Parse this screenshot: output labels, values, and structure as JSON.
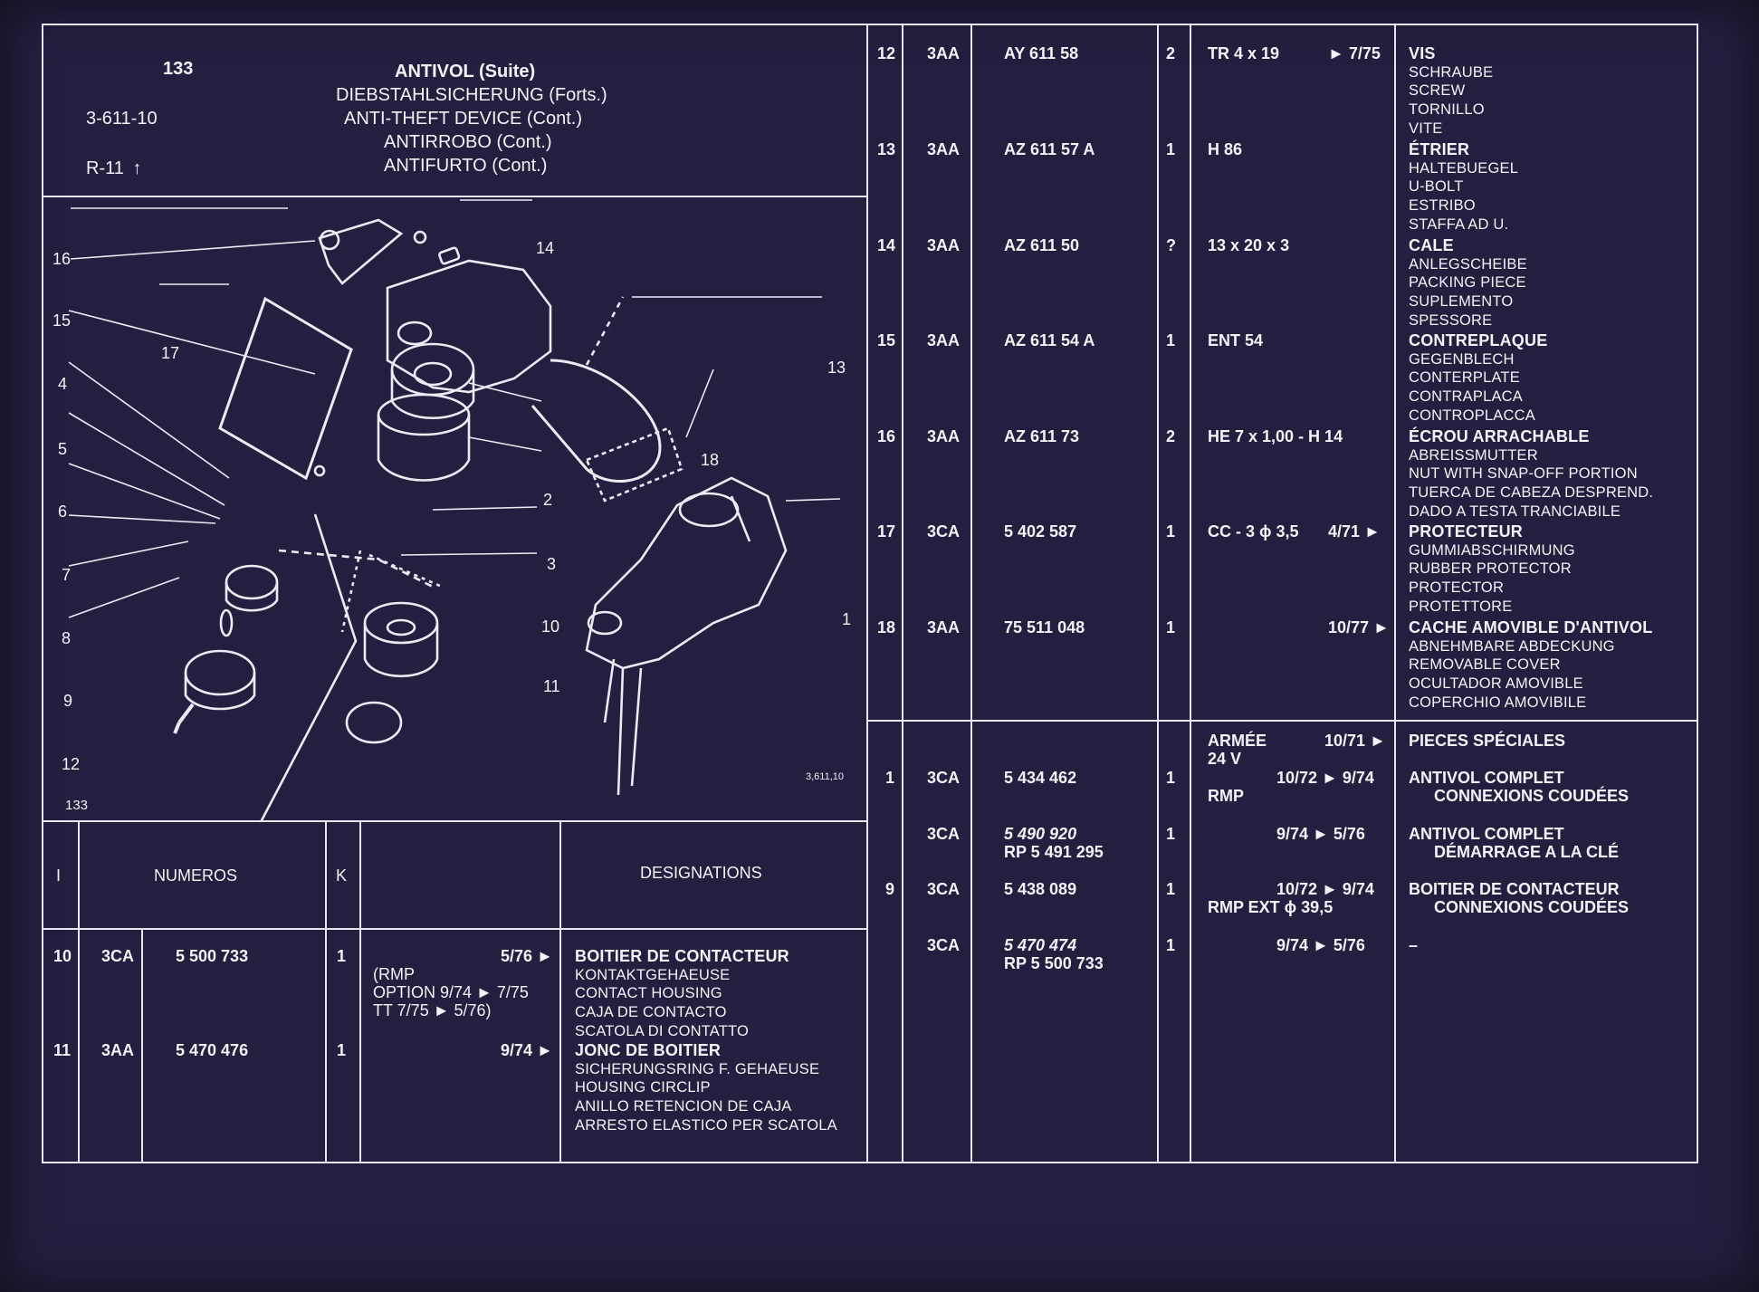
{
  "header": {
    "page": "133",
    "ref": "3-611-10",
    "rev": "R-11",
    "title_fr": "ANTIVOL (Suite)",
    "title_de": "DIEBSTAHLSICHERUNG (Forts.)",
    "title_en": "ANTI-THEFT DEVICE (Cont.)",
    "title_es": "ANTIRROBO (Cont.)",
    "title_it": "ANTIFURTO (Cont.)"
  },
  "figure": {
    "code": "3,611,10",
    "page": "133",
    "callouts": [
      "1",
      "2",
      "3",
      "4",
      "5",
      "6",
      "7",
      "8",
      "9",
      "10",
      "11",
      "12",
      "13",
      "14",
      "15",
      "16",
      "17",
      "18"
    ]
  },
  "columns": {
    "i": "I",
    "numeros": "NUMEROS",
    "k": "K",
    "designations": "DESIGNATIONS"
  },
  "left_rows": [
    {
      "i": "10",
      "pref": "3CA",
      "num": "5 500 733",
      "k": "1",
      "note": [
        "(RMP",
        "OPTION 9/74 ► 7/75",
        "TT         7/75 ► 5/76)"
      ],
      "date": "5/76 ►",
      "desig": [
        "BOITIER DE CONTACTEUR",
        "KONTAKTGEHAEUSE",
        "CONTACT HOUSING",
        "CAJA DE CONTACTO",
        "SCATOLA DI CONTATTO"
      ]
    },
    {
      "i": "11",
      "pref": "3AA",
      "num": "5 470 476",
      "k": "1",
      "note": [],
      "date": "9/74 ►",
      "desig": [
        "JONC DE BOITIER",
        "SICHERUNGSRING F. GEHAEUSE",
        "HOUSING CIRCLIP",
        "ANILLO RETENCION DE CAJA",
        "ARRESTO ELASTICO PER SCATOLA"
      ]
    }
  ],
  "right_rows": [
    {
      "i": "12",
      "pref": "3AA",
      "num": [
        "AY 611   58"
      ],
      "k": "2",
      "note": [
        "TR 4 x 19"
      ],
      "date": "► 7/75",
      "desig": [
        "VIS",
        "SCHRAUBE",
        "SCREW",
        "TORNILLO",
        "VITE"
      ]
    },
    {
      "i": "13",
      "pref": "3AA",
      "num": [
        "AZ 611   57 A"
      ],
      "k": "1",
      "note": [
        "H 86"
      ],
      "date": "",
      "desig": [
        "ÉTRIER",
        "HALTEBUEGEL",
        "U-BOLT",
        "ESTRIBO",
        "STAFFA AD U."
      ]
    },
    {
      "i": "14",
      "pref": "3AA",
      "num": [
        "AZ 611   50"
      ],
      "k": "?",
      "note": [
        "13 x 20 x 3"
      ],
      "date": "",
      "desig": [
        "CALE",
        "ANLEGSCHEIBE",
        "PACKING PIECE",
        "SUPLEMENTO",
        "SPESSORE"
      ]
    },
    {
      "i": "15",
      "pref": "3AA",
      "num": [
        "AZ 611   54 A"
      ],
      "k": "1",
      "note": [
        "ENT   54"
      ],
      "date": "",
      "desig": [
        "CONTREPLAQUE",
        "GEGENBLECH",
        "CONTERPLATE",
        "CONTRAPLACA",
        "CONTROPLACCA"
      ]
    },
    {
      "i": "16",
      "pref": "3AA",
      "num": [
        "AZ 611   73"
      ],
      "k": "2",
      "note": [
        "HE 7 x 1,00 - H 14"
      ],
      "date": "",
      "desig": [
        "ÉCROU ARRACHABLE",
        "ABREISSMUTTER",
        "NUT WITH SNAP-OFF PORTION",
        "TUERCA DE CABEZA DESPREND.",
        "DADO A TESTA TRANCIABILE"
      ]
    },
    {
      "i": "17",
      "pref": "3CA",
      "num": [
        "5 402 587"
      ],
      "k": "1",
      "note": [
        "CC - 3 ϕ 3,5"
      ],
      "date": "4/71 ►",
      "desig": [
        "PROTECTEUR",
        "GUMMIABSCHIRMUNG",
        "RUBBER PROTECTOR",
        "PROTECTOR",
        "PROTETTORE"
      ]
    },
    {
      "i": "18",
      "pref": "3AA",
      "num": [
        "75 511 048"
      ],
      "k": "1",
      "note": [],
      "date": "10/77 ►",
      "desig": [
        "CACHE AMOVIBLE D'ANTIVOL",
        "ABNEHMBARE ABDECKUNG",
        "REMOVABLE COVER",
        "OCULTADOR AMOVIBLE",
        "COPERCHIO AMOVIBILE"
      ]
    }
  ],
  "special": {
    "armee": [
      "ARMÉE",
      "24 V"
    ],
    "armee_date": "10/71 ►",
    "title": "PIECES SPÉCIALES",
    "rows": [
      {
        "i": "1",
        "pref": "3CA",
        "num": [
          "5 434 462"
        ],
        "k": "1",
        "note": [
          "",
          "RMP"
        ],
        "date": "10/72 ► 9/74",
        "desig": [
          "ANTIVOL COMPLET",
          "CONNEXIONS COUDÉES"
        ]
      },
      {
        "i": "",
        "pref": "3CA",
        "num": [
          "5  490  920",
          "RP 5 491 295"
        ],
        "k": "1",
        "note": [],
        "date": "9/74 ► 5/76",
        "desig": [
          "ANTIVOL COMPLET",
          "DÉMARRAGE A LA CLÉ"
        ]
      },
      {
        "i": "9",
        "pref": "3CA",
        "num": [
          "5 438 089"
        ],
        "k": "1",
        "note": [
          "",
          "RMP  EXT ϕ 39,5"
        ],
        "date": "10/72 ► 9/74",
        "desig": [
          "BOITIER DE CONTACTEUR",
          "CONNEXIONS    COUDÉES"
        ]
      },
      {
        "i": "",
        "pref": "3CA",
        "num": [
          "5  470  474",
          "RP 5 500 733"
        ],
        "k": "1",
        "note": [],
        "date": "9/74 ► 5/76",
        "desig": [
          "–"
        ]
      }
    ]
  }
}
